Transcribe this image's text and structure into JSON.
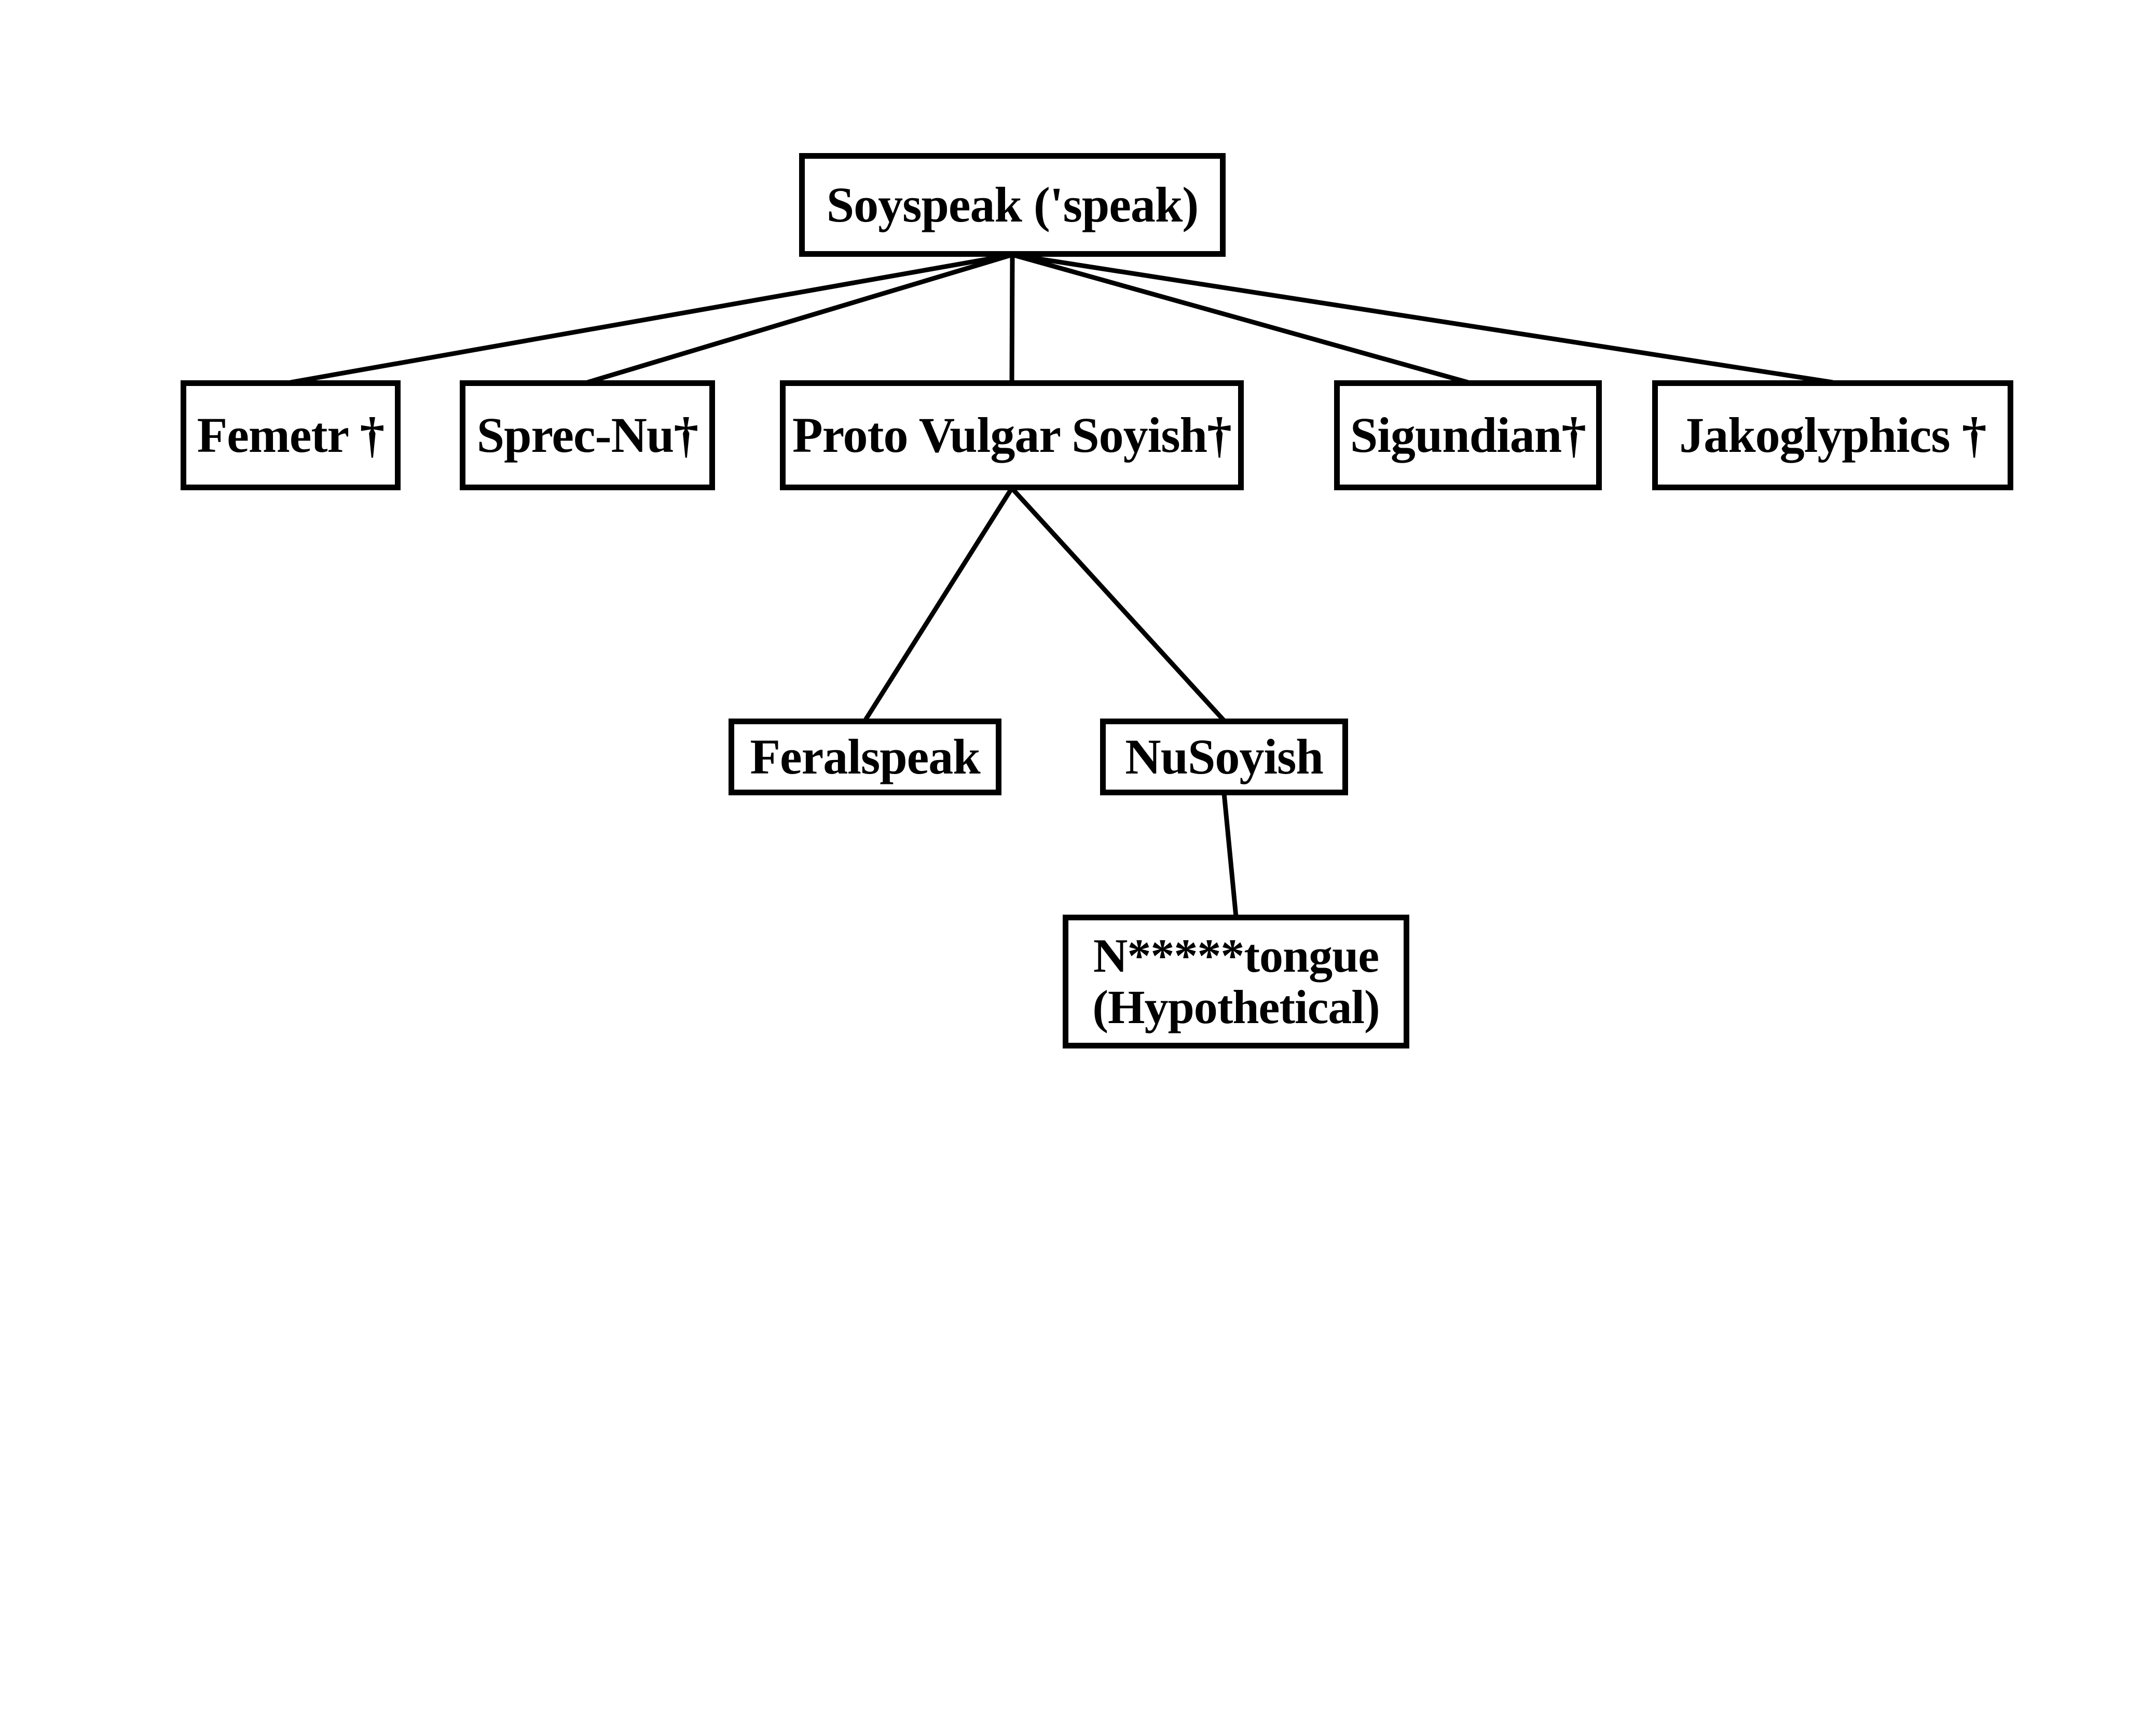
{
  "diagram": {
    "background_color": "#ffffff",
    "box_border_color": "#000000",
    "text_color": "#000000",
    "line_color": "#000000",
    "nodes": {
      "soyspeak": {
        "label": "Soyspeak ('speak)"
      },
      "femetr": {
        "label": "Femetr †"
      },
      "sprecnu": {
        "label": "Sprec-Nu†"
      },
      "proto": {
        "label": "Proto Vulgar Soyish†"
      },
      "sigundian": {
        "label": "Sigundian†"
      },
      "jakoglyphics": {
        "label": "Jakoglyphics †"
      },
      "feralspeak": {
        "label": "Feralspeak"
      },
      "nusoyish": {
        "label": "NuSoyish"
      },
      "bottom": {
        "label_line1": "N*****tongue",
        "label_line2": "(Hypothetical)"
      }
    },
    "edges": [
      {
        "from": "soyspeak",
        "to": "femetr"
      },
      {
        "from": "soyspeak",
        "to": "sprecnu"
      },
      {
        "from": "soyspeak",
        "to": "proto"
      },
      {
        "from": "soyspeak",
        "to": "sigundian"
      },
      {
        "from": "soyspeak",
        "to": "jakoglyphics"
      },
      {
        "from": "proto",
        "to": "feralspeak"
      },
      {
        "from": "proto",
        "to": "nusoyish"
      },
      {
        "from": "nusoyish",
        "to": "bottom"
      }
    ]
  }
}
